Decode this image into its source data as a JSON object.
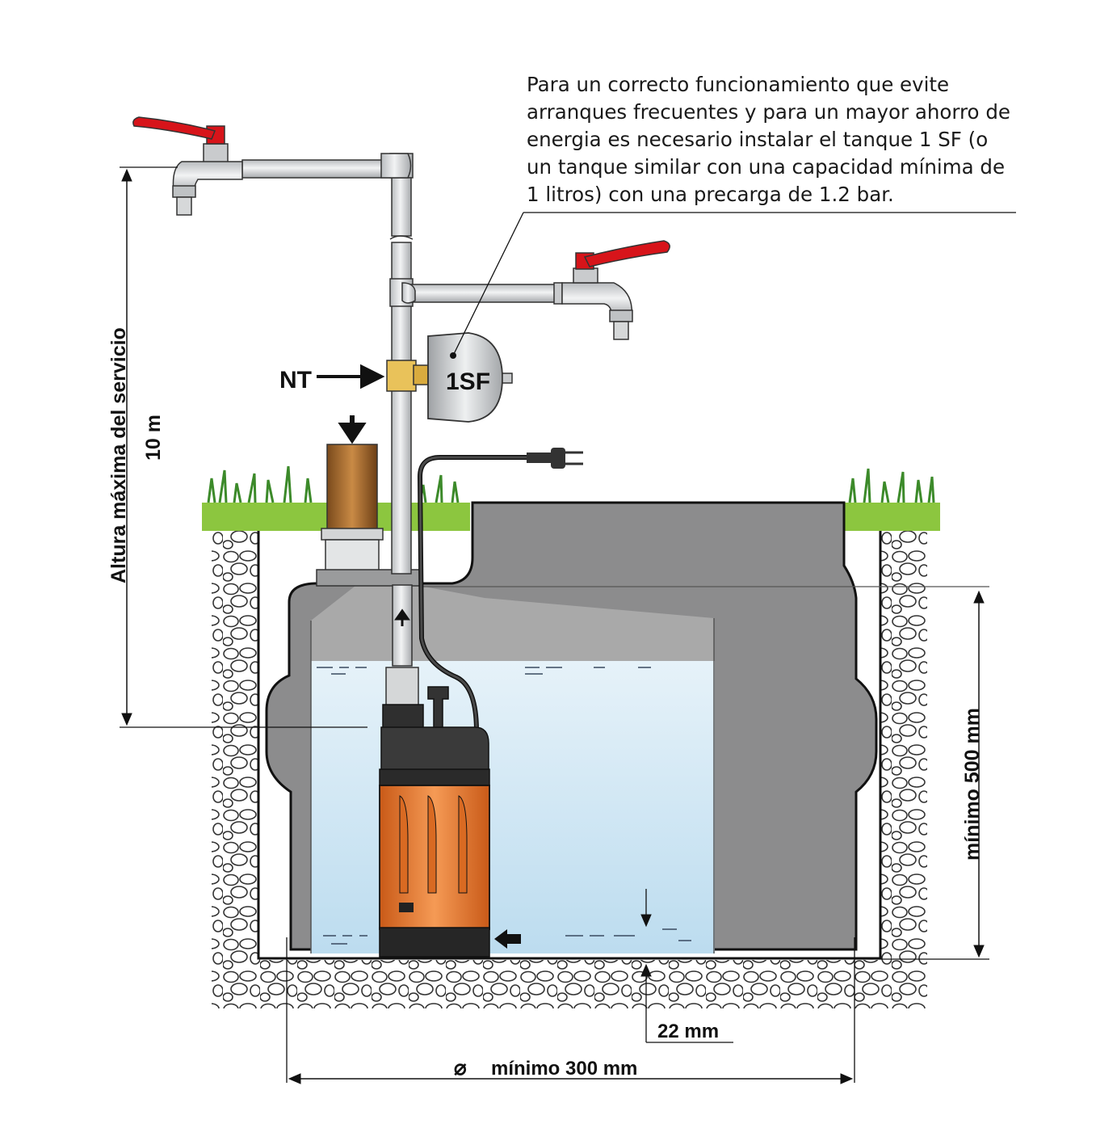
{
  "note": {
    "lines": [
      "Para un correcto funcionamiento que evite",
      "arranques frecuentes y para un mayor ahorro de",
      "energia es necesario instalar el tanque 1 SF (o",
      "un tanque similar con una capacidad mínima de",
      "1 litros) con una precarga de 1.2 bar."
    ]
  },
  "labels": {
    "nt": "NT",
    "tank": "1SF",
    "height_title": "Altura máxima del servicio",
    "height_value": "10 m",
    "min_depth": "mínimo 500 mm",
    "gap": "22 mm",
    "diameter_symbol": "⌀",
    "diameter": "mínimo 300 mm"
  },
  "colors": {
    "pump_orange": "#e8732a",
    "water": "#cfe6f3",
    "tank_grey": "#8c8c8d",
    "grass": "#8cc63f",
    "valve_red": "#d7141a",
    "brass": "#e9c25a"
  }
}
